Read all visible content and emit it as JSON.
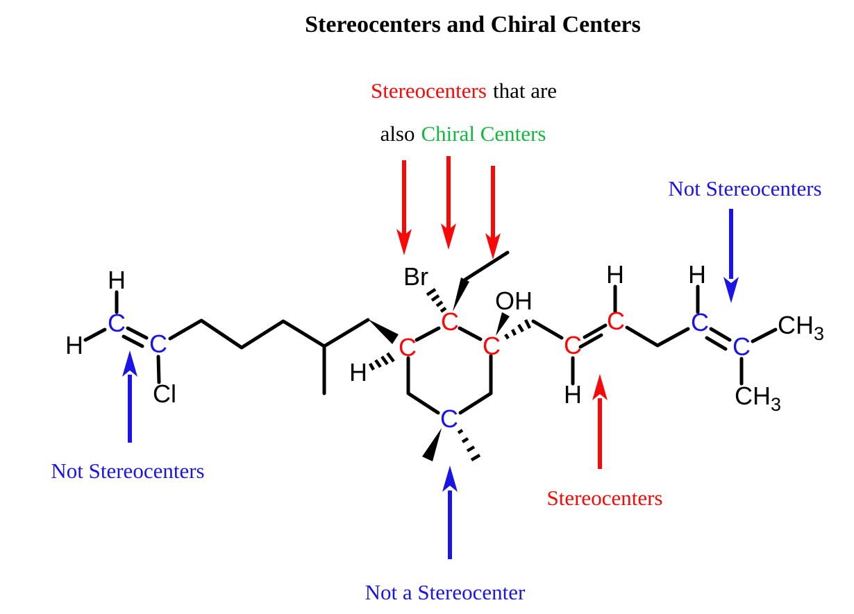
{
  "title": "Stereocenters and Chiral Centers",
  "subtitle": {
    "line1_red": "Stereocenters",
    "line1_black": "that are",
    "line2_black": "also",
    "line2_green": "Chiral Centers"
  },
  "annotations": {
    "top_right_label": "Not Stereocenters",
    "bottom_left_label": "Not Stereocenters",
    "bottom_center_label": "Not a Stereocenter",
    "bottom_right_label": "Stereocenters"
  },
  "colors": {
    "black": "#000000",
    "red": "#F90808",
    "blue": "#1A14E6",
    "green": "#10B93C",
    "background": "#FFFFFF"
  },
  "molecule": {
    "atoms": [
      {
        "id": "H-vinyl-top",
        "label": "H",
        "color": "black"
      },
      {
        "id": "C-vinyl-1",
        "label": "C",
        "color": "blue"
      },
      {
        "id": "H-vinyl-left",
        "label": "H",
        "color": "black"
      },
      {
        "id": "C-vinyl-2",
        "label": "C",
        "color": "blue"
      },
      {
        "id": "Cl",
        "label": "Cl",
        "color": "black"
      },
      {
        "id": "H-ring-left",
        "label": "H",
        "color": "black"
      },
      {
        "id": "C-ring-left",
        "label": "C",
        "color": "red"
      },
      {
        "id": "Br",
        "label": "Br",
        "color": "black"
      },
      {
        "id": "C-ring-top",
        "label": "C",
        "color": "red"
      },
      {
        "id": "OH",
        "label": "OH",
        "color": "black"
      },
      {
        "id": "C-ring-right",
        "label": "C",
        "color": "red"
      },
      {
        "id": "C-ring-bottom",
        "label": "C",
        "color": "blue"
      },
      {
        "id": "C-diene-1",
        "label": "C",
        "color": "red"
      },
      {
        "id": "H-diene-1",
        "label": "H",
        "color": "black"
      },
      {
        "id": "C-diene-2",
        "label": "C",
        "color": "red"
      },
      {
        "id": "H-diene-2",
        "label": "H",
        "color": "black"
      },
      {
        "id": "C-right-1",
        "label": "C",
        "color": "blue"
      },
      {
        "id": "H-right",
        "label": "H",
        "color": "black"
      },
      {
        "id": "C-right-2",
        "label": "C",
        "color": "blue"
      },
      {
        "id": "CH3-top",
        "label": "CH",
        "sub": "3",
        "color": "black"
      },
      {
        "id": "CH3-bottom",
        "label": "CH",
        "sub": "3",
        "color": "black"
      }
    ]
  }
}
